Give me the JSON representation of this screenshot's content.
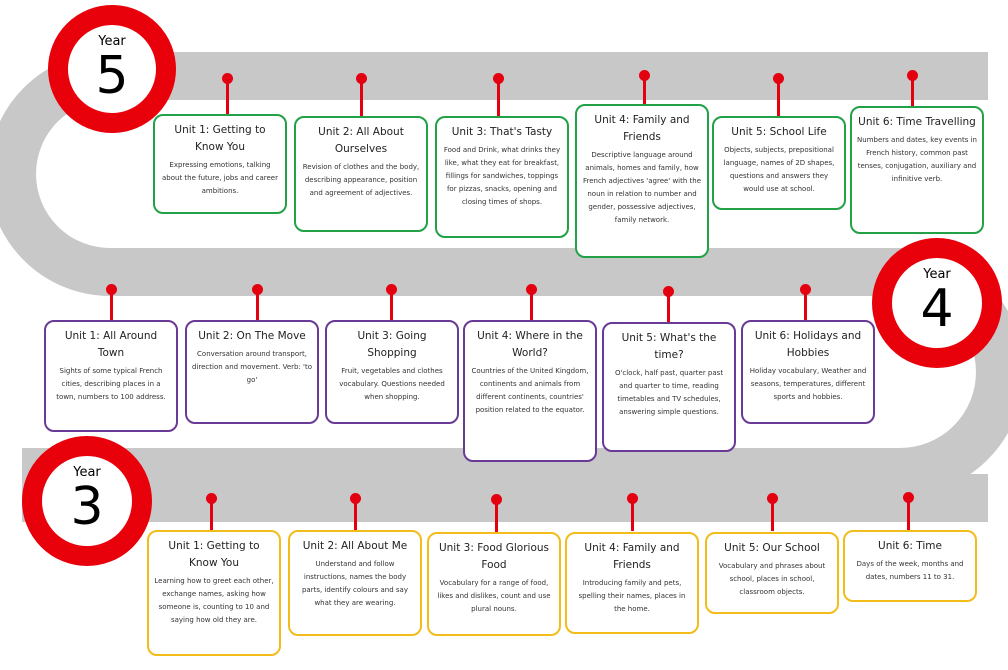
{
  "colors": {
    "road": "#c8c8c8",
    "badge_ring": "#e8000b",
    "pin": "#e3000f",
    "year5_border": "#22a146",
    "year4_border": "#6a3a97",
    "year3_border": "#f2bd1a"
  },
  "badges": {
    "year5": {
      "word": "Year",
      "number": "5"
    },
    "year4": {
      "word": "Year",
      "number": "4"
    },
    "year3": {
      "word": "Year",
      "number": "3"
    }
  },
  "year5": {
    "units": [
      {
        "title": "Unit 1: Getting to Know You",
        "desc": "Expressing emotions, talking about the future, jobs and career ambitions."
      },
      {
        "title": "Unit 2: All About Ourselves",
        "desc": "Revision of clothes and the body, describing appearance, position and agreement of adjectives."
      },
      {
        "title": "Unit 3: That's Tasty",
        "desc": "Food and Drink, what drinks they like, what they eat for breakfast, fillings for sandwiches, toppings for pizzas, snacks, opening and closing times of shops."
      },
      {
        "title": "Unit 4: Family and Friends",
        "desc": "Descriptive language around animals, homes and family, how French adjectives 'agree' with the noun in relation to number and gender, possessive adjectives, family network."
      },
      {
        "title": "Unit 5: School Life",
        "desc": "Objects, subjects, prepositional language, names of 2D shapes, questions and answers they would use at school."
      },
      {
        "title": "Unit 6: Time Travelling",
        "desc": "Numbers and dates, key events in French history, common past tenses, conjugation, auxiliary and infinitive verb."
      }
    ]
  },
  "year4": {
    "units": [
      {
        "title": "Unit 1: All Around Town",
        "desc": "Sights of some typical French cities, describing places in a town, numbers to 100 address."
      },
      {
        "title": "Unit 2: On The Move",
        "desc": "Conversation around transport, direction and movement. Verb: 'to go'"
      },
      {
        "title": "Unit 3: Going Shopping",
        "desc": "Fruit, vegetables and clothes vocabulary. Questions needed when shopping."
      },
      {
        "title": "Unit 4: Where in the World?",
        "desc": "Countries of the United Kingdom, continents and animals from different continents, countries' position related to the equator."
      },
      {
        "title": "Unit 5: What's the time?",
        "desc": "O'clock, half past, quarter past and quarter to time, reading timetables and TV schedules, answering simple questions."
      },
      {
        "title": "Unit 6: Holidays and Hobbies",
        "desc": "Holiday vocabulary, Weather and seasons, temperatures, different sports and hobbies."
      }
    ]
  },
  "year3": {
    "units": [
      {
        "title": "Unit 1: Getting to Know You",
        "desc": "Learning how to greet each other, exchange names, asking how someone is, counting to 10 and saying how old they are."
      },
      {
        "title": "Unit 2: All About Me",
        "desc": "Understand and follow instructions, names the body parts, identify colours and say what they are wearing."
      },
      {
        "title": "Unit 3: Food Glorious Food",
        "desc": "Vocabulary for a range of food, likes and dislikes, count and use plural nouns."
      },
      {
        "title": "Unit 4: Family and Friends",
        "desc": "Introducing family and pets, spelling their names, places in the home."
      },
      {
        "title": "Unit 5: Our School",
        "desc": "Vocabulary and phrases about school, places in school, classroom objects."
      },
      {
        "title": "Unit 6: Time",
        "desc": "Days of the week, months and dates, numbers 11 to 31."
      }
    ]
  }
}
